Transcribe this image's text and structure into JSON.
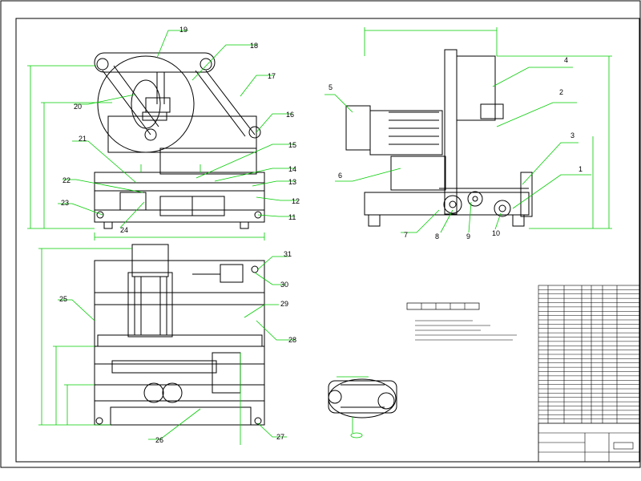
{
  "callouts": [
    "1",
    "2",
    "3",
    "4",
    "5",
    "6",
    "7",
    "8",
    "9",
    "10",
    "11",
    "12",
    "13",
    "14",
    "15",
    "16",
    "17",
    "18",
    "19",
    "20",
    "21",
    "22",
    "23",
    "24",
    "25",
    "26",
    "27",
    "28",
    "29",
    "30",
    "31"
  ],
  "colors": {
    "border": "#000000",
    "outline": "#000000",
    "leader": "#00cc00",
    "dimension": "#00cc00",
    "background": "#ffffff"
  },
  "parts_table": {
    "rows": 32
  }
}
